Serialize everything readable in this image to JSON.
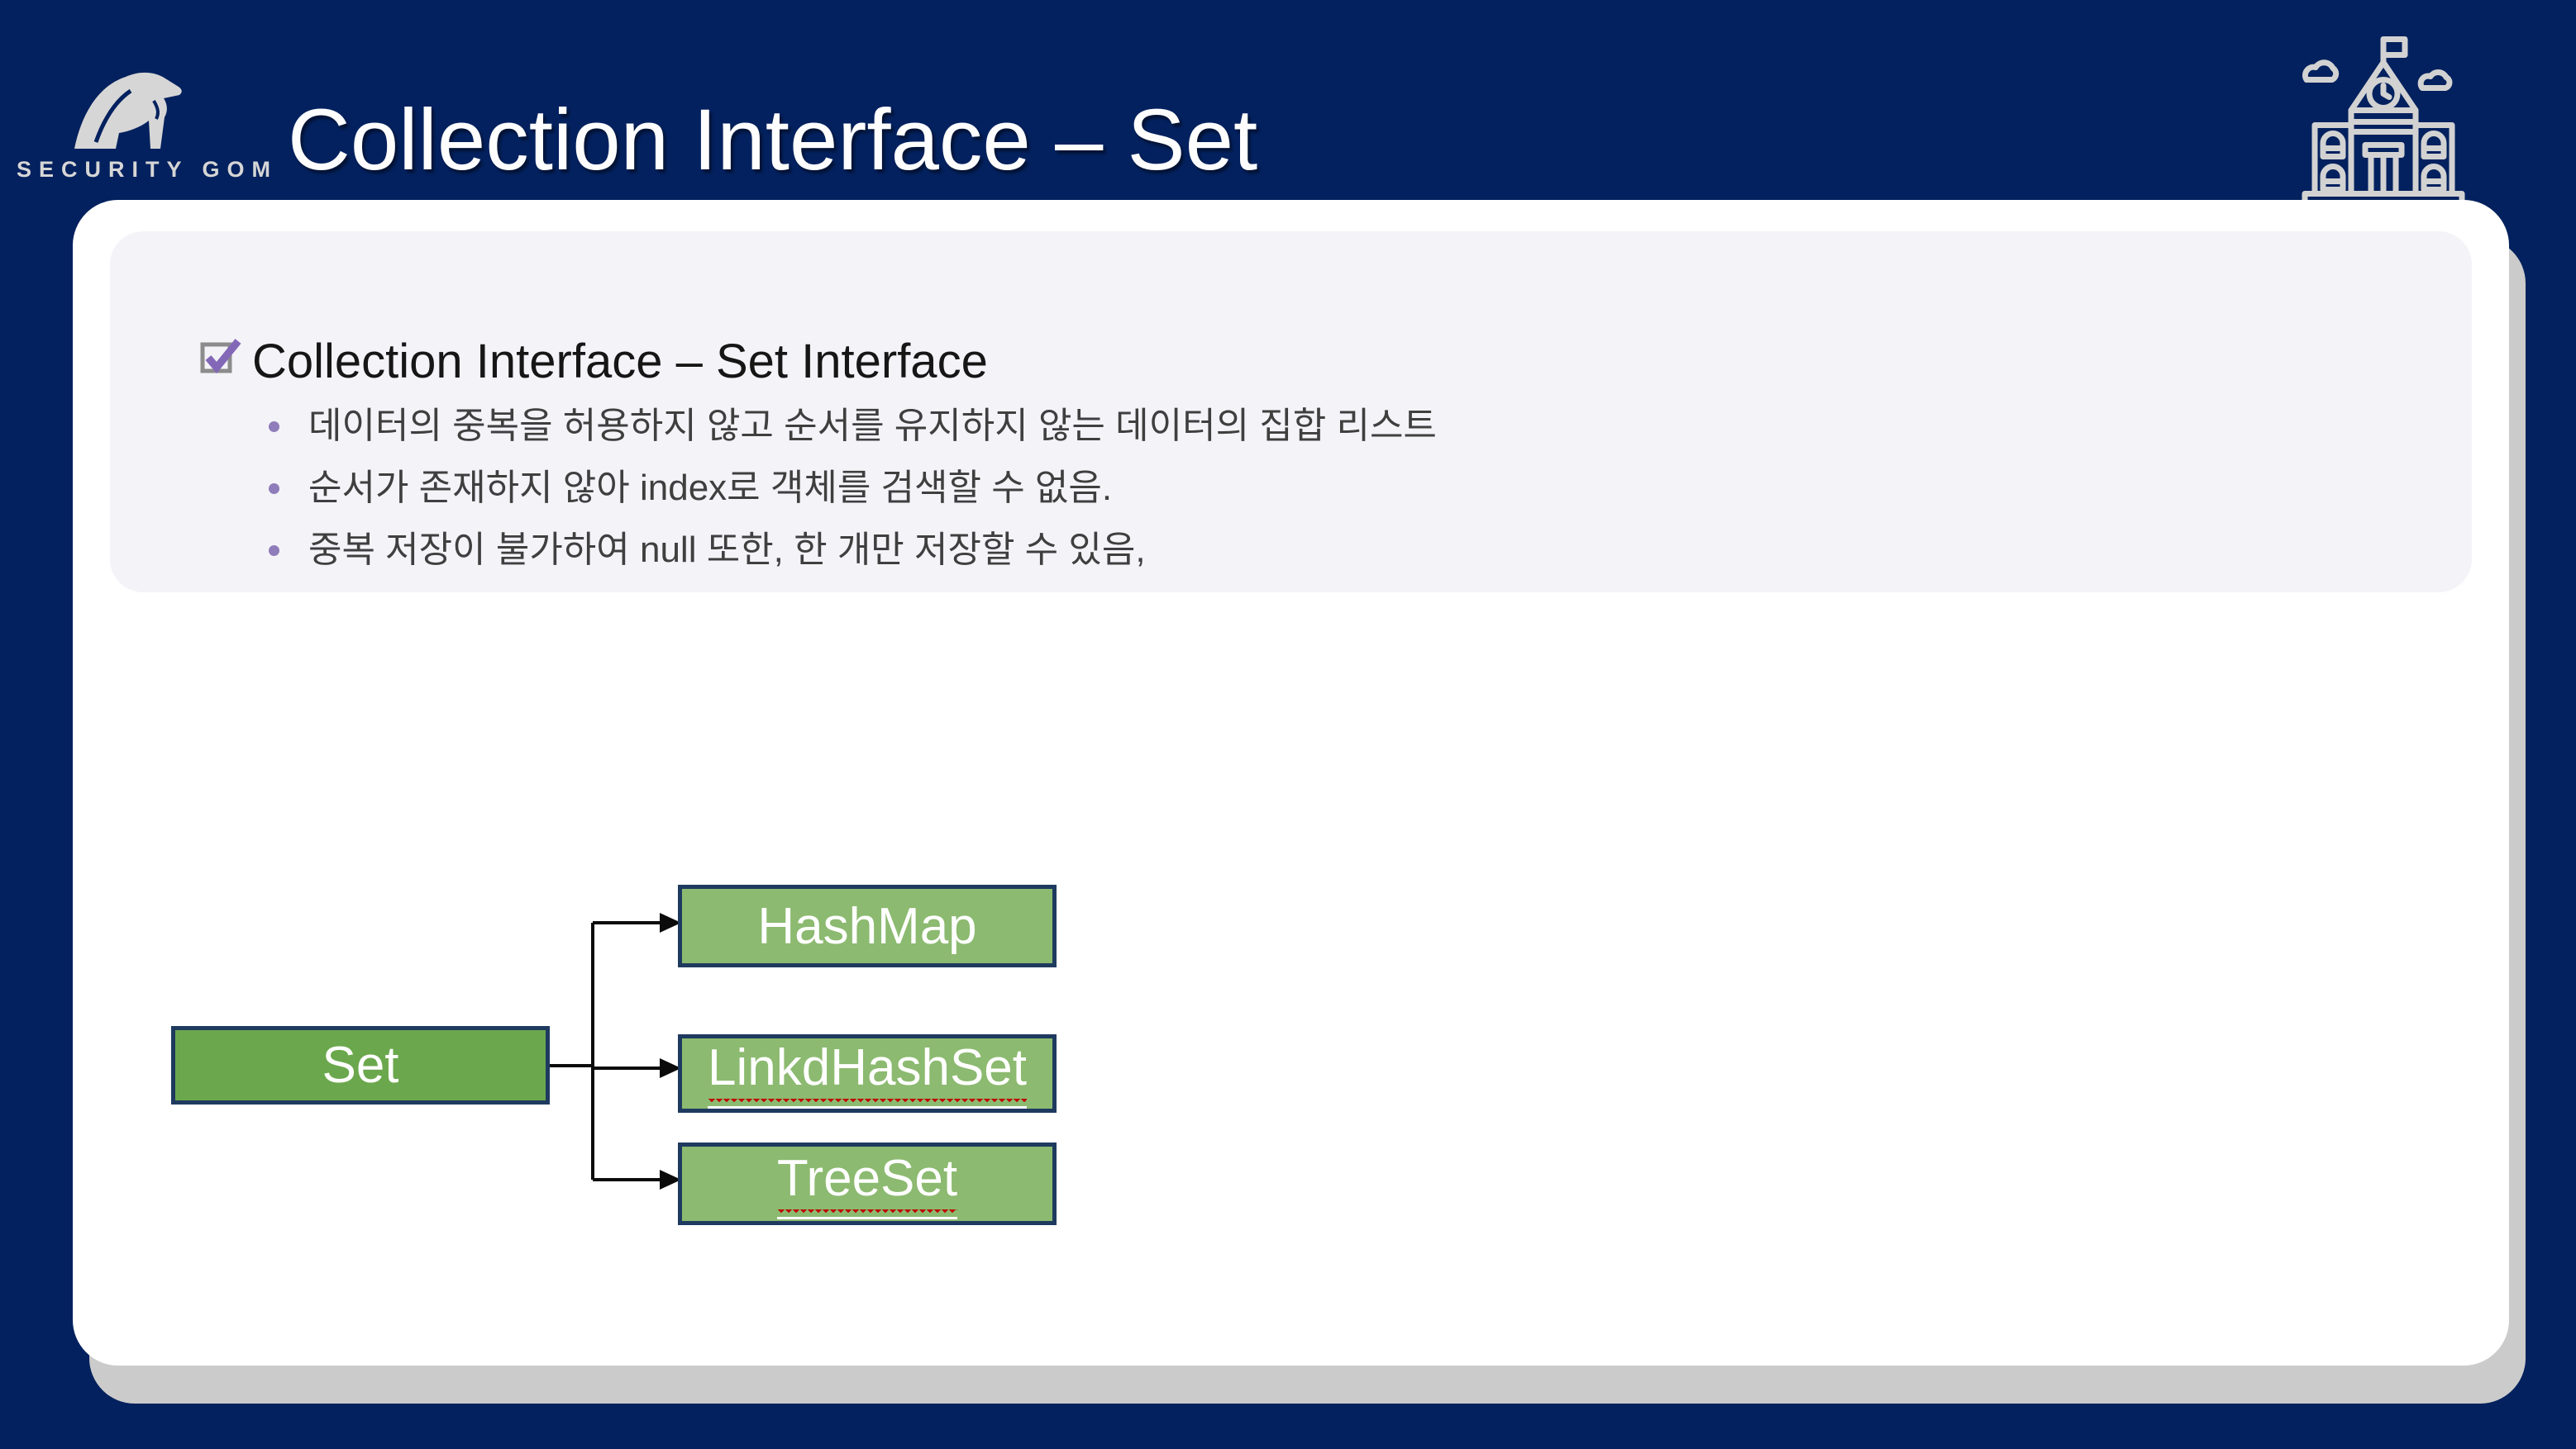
{
  "header": {
    "logo_brand": "SECURITY GOM",
    "title": "Collection Interface – Set"
  },
  "content": {
    "heading": "Collection Interface – Set Interface",
    "bullets": [
      "데이터의 중복을 허용하지 않고 순서를 유지하지 않는 데이터의 집합 리스트",
      "순서가 존재하지 않아 index로 객체를 검색할 수 없음.",
      "중복 저장이 불가하여 null 또한, 한 개만 저장할 수 있음,"
    ]
  },
  "diagram": {
    "root": {
      "label": "Set"
    },
    "children": [
      {
        "label": "HashMap"
      },
      {
        "label": "LinkdHashSet"
      },
      {
        "label": "TreeSet"
      }
    ]
  },
  "icons": {
    "logo": "polar-bear-icon",
    "header_right": "school-building-icon",
    "heading_marker": "checkbox-checked-icon"
  },
  "colors": {
    "background_navy": "#03215e",
    "card_white": "#ffffff",
    "card_shadow": "#cbcbcb",
    "panel_lavender": "#f4f3f8",
    "bullet_dot_purple": "#8f7cba",
    "root_box_green": "#6ba84d",
    "child_box_green": "#8cba70",
    "box_border_navy": "#1f3a5f",
    "connector_black": "#0b0b0b",
    "spellcheck_red": "#c00000",
    "logo_gray": "#d6d6d6"
  }
}
